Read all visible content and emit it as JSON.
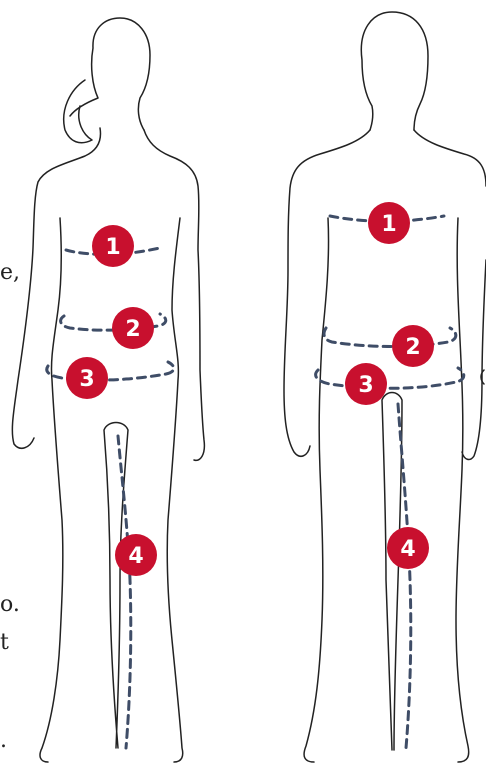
{
  "left_edge_text": [
    ",",
    "e,",
    "o.",
    "t",
    "."
  ],
  "colors": {
    "outline": "#222222",
    "dash": "#3f4d67",
    "badge": "#c8102e",
    "badge_text": "#ffffff"
  },
  "female": {
    "markers": [
      "1",
      "2",
      "3",
      "4"
    ]
  },
  "male": {
    "markers": [
      "1",
      "2",
      "3",
      "4"
    ]
  }
}
